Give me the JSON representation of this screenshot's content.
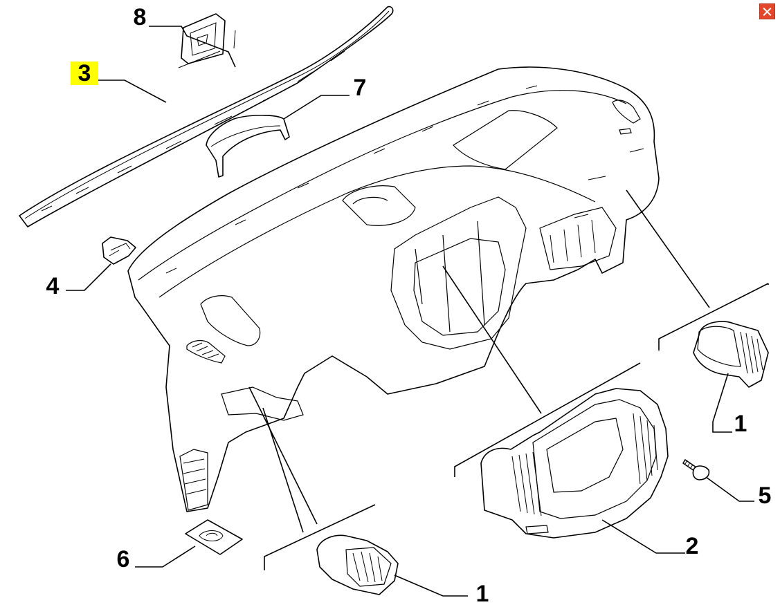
{
  "window": {
    "close_label": ""
  },
  "callouts": [
    {
      "id": "c8",
      "text": "8",
      "highlight": false
    },
    {
      "id": "c3",
      "text": "3",
      "highlight": true,
      "highlight_color": "#ffff00"
    },
    {
      "id": "c7",
      "text": "7",
      "highlight": false
    },
    {
      "id": "c4",
      "text": "4",
      "highlight": false
    },
    {
      "id": "c1a",
      "text": "1",
      "highlight": false
    },
    {
      "id": "c5",
      "text": "5",
      "highlight": false
    },
    {
      "id": "c2",
      "text": "2",
      "highlight": false
    },
    {
      "id": "c6",
      "text": "6",
      "highlight": false
    },
    {
      "id": "c1b",
      "text": "1",
      "highlight": false
    }
  ],
  "colors": {
    "close_button": "#e2472c",
    "highlight": "#ffff00",
    "line": "#000000"
  }
}
